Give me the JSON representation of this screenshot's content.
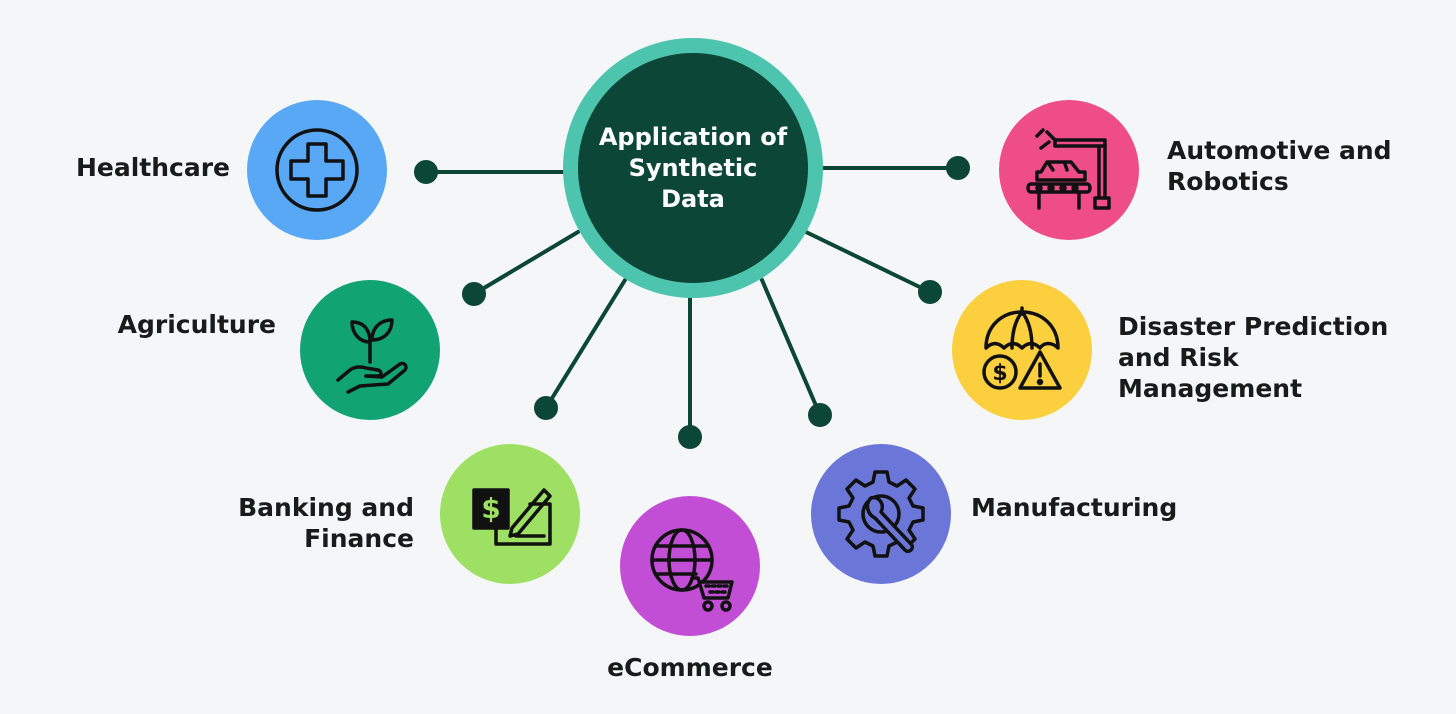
{
  "hub": {
    "title": "Application of Synthetic Data",
    "ring_color": "#4cc4ae",
    "fill_color": "#0b4636"
  },
  "line_color": "#0b4636",
  "applications": [
    {
      "id": "healthcare",
      "label": "Healthcare",
      "color": "#58a8f5",
      "icon": "medical-cross-icon"
    },
    {
      "id": "agriculture",
      "label": "Agriculture",
      "color": "#12a373",
      "icon": "plant-in-hand-icon"
    },
    {
      "id": "banking",
      "label": "Banking and\nFinance",
      "color": "#9de063",
      "icon": "cheque-pen-icon"
    },
    {
      "id": "ecommerce",
      "label": "eCommerce",
      "color": "#c34ed6",
      "icon": "globe-cart-icon"
    },
    {
      "id": "manufacturing",
      "label": "Manufacturing",
      "color": "#6b77d8",
      "icon": "gear-wrench-icon"
    },
    {
      "id": "disaster",
      "label": "Disaster Prediction\nand Risk\nManagement",
      "color": "#fbcf3e",
      "icon": "umbrella-dollar-warning-icon"
    },
    {
      "id": "automotive",
      "label": "Automotive and\nRobotics",
      "color": "#ef4d86",
      "icon": "robot-arm-car-icon"
    }
  ]
}
